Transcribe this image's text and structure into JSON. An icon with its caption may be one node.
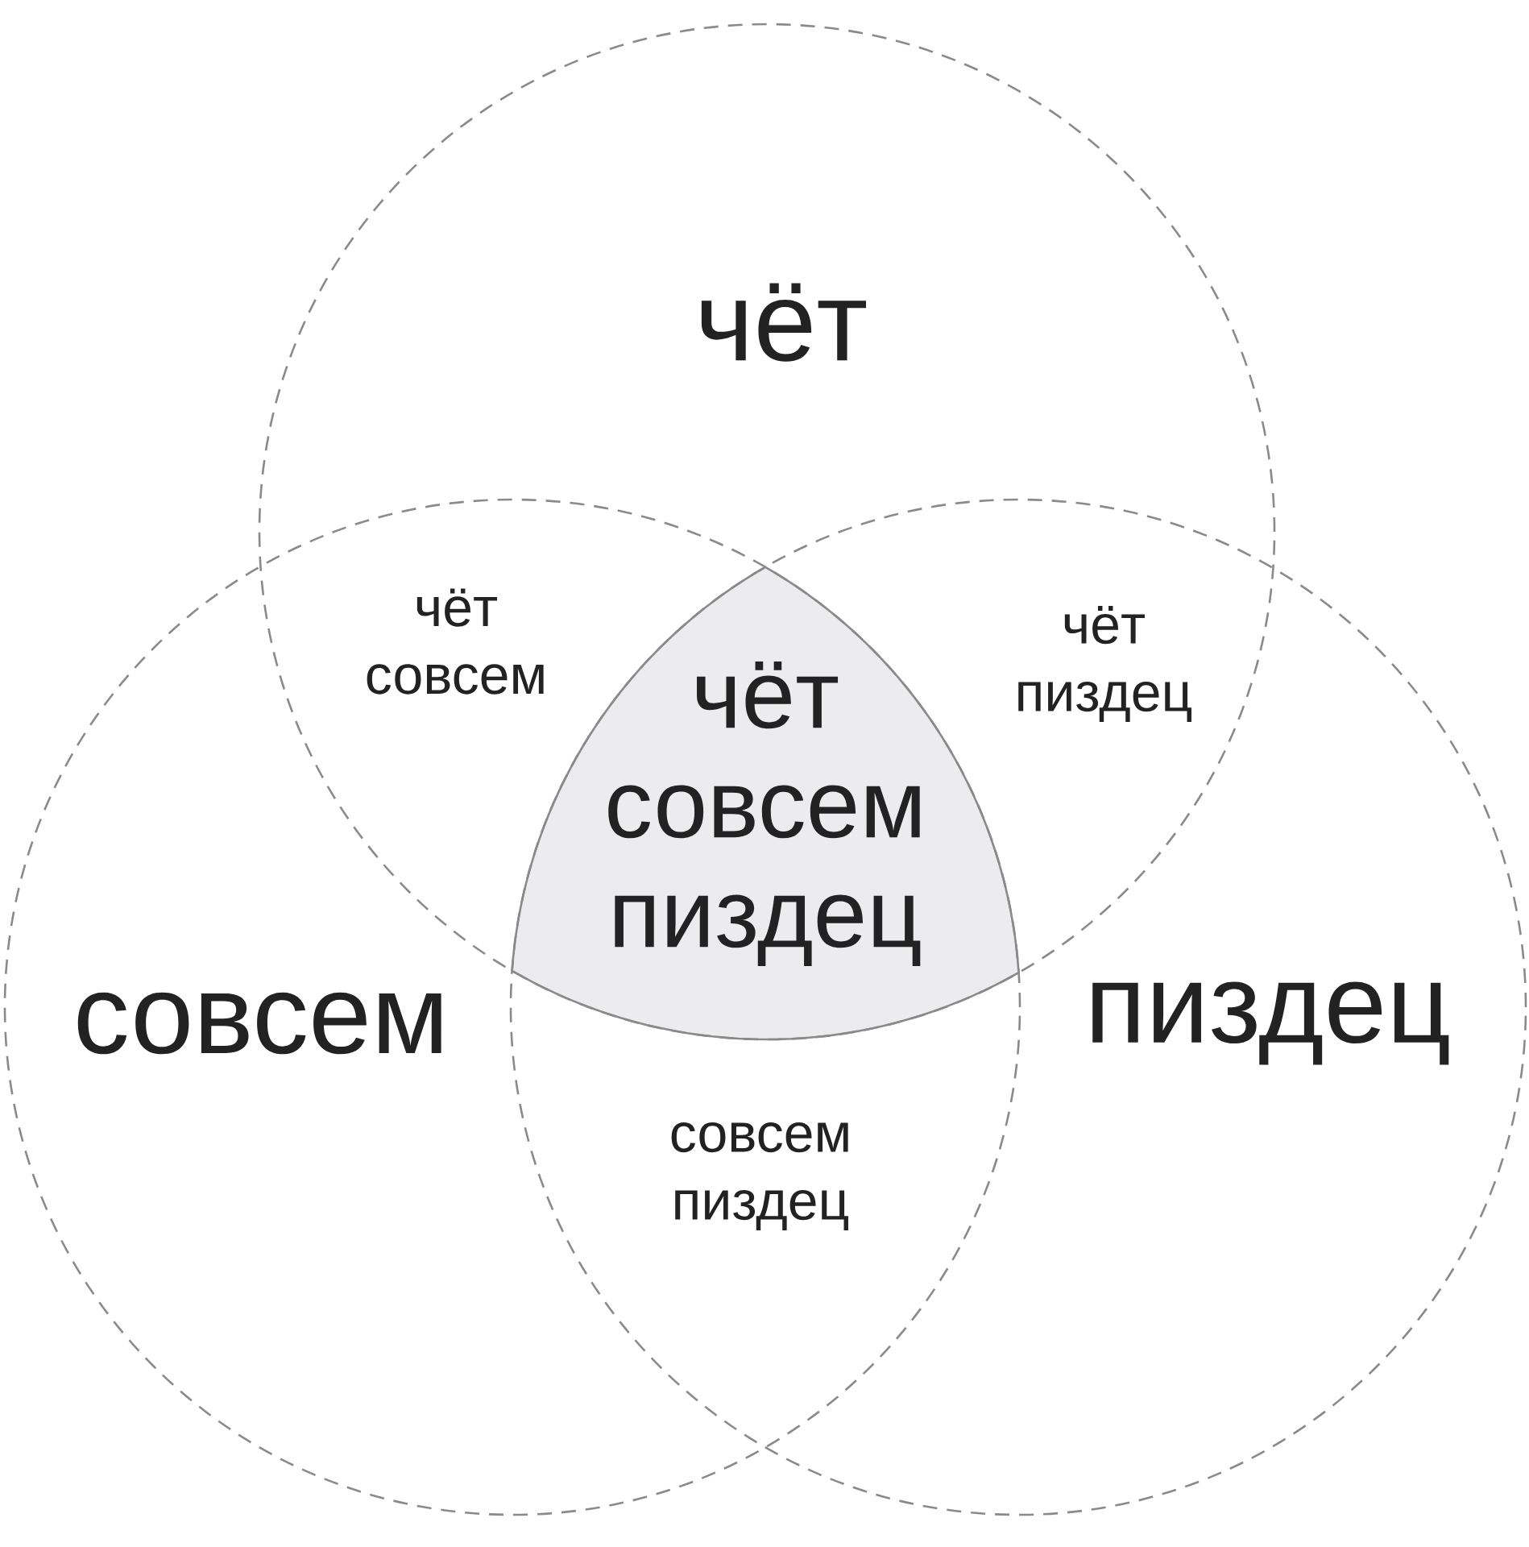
{
  "diagram": {
    "nodes": [
      {
        "text": [
          "чёт"
        ]
      },
      {
        "text": [
          "совсем"
        ]
      },
      {
        "text": [
          "пиздец"
        ]
      },
      {
        "text": [
          "чёт совсем пиздец"
        ]
      }
    ],
    "labels": [
      "чёт совсем",
      "чёт пиздец",
      "совсем пиздец"
    ]
  }
}
